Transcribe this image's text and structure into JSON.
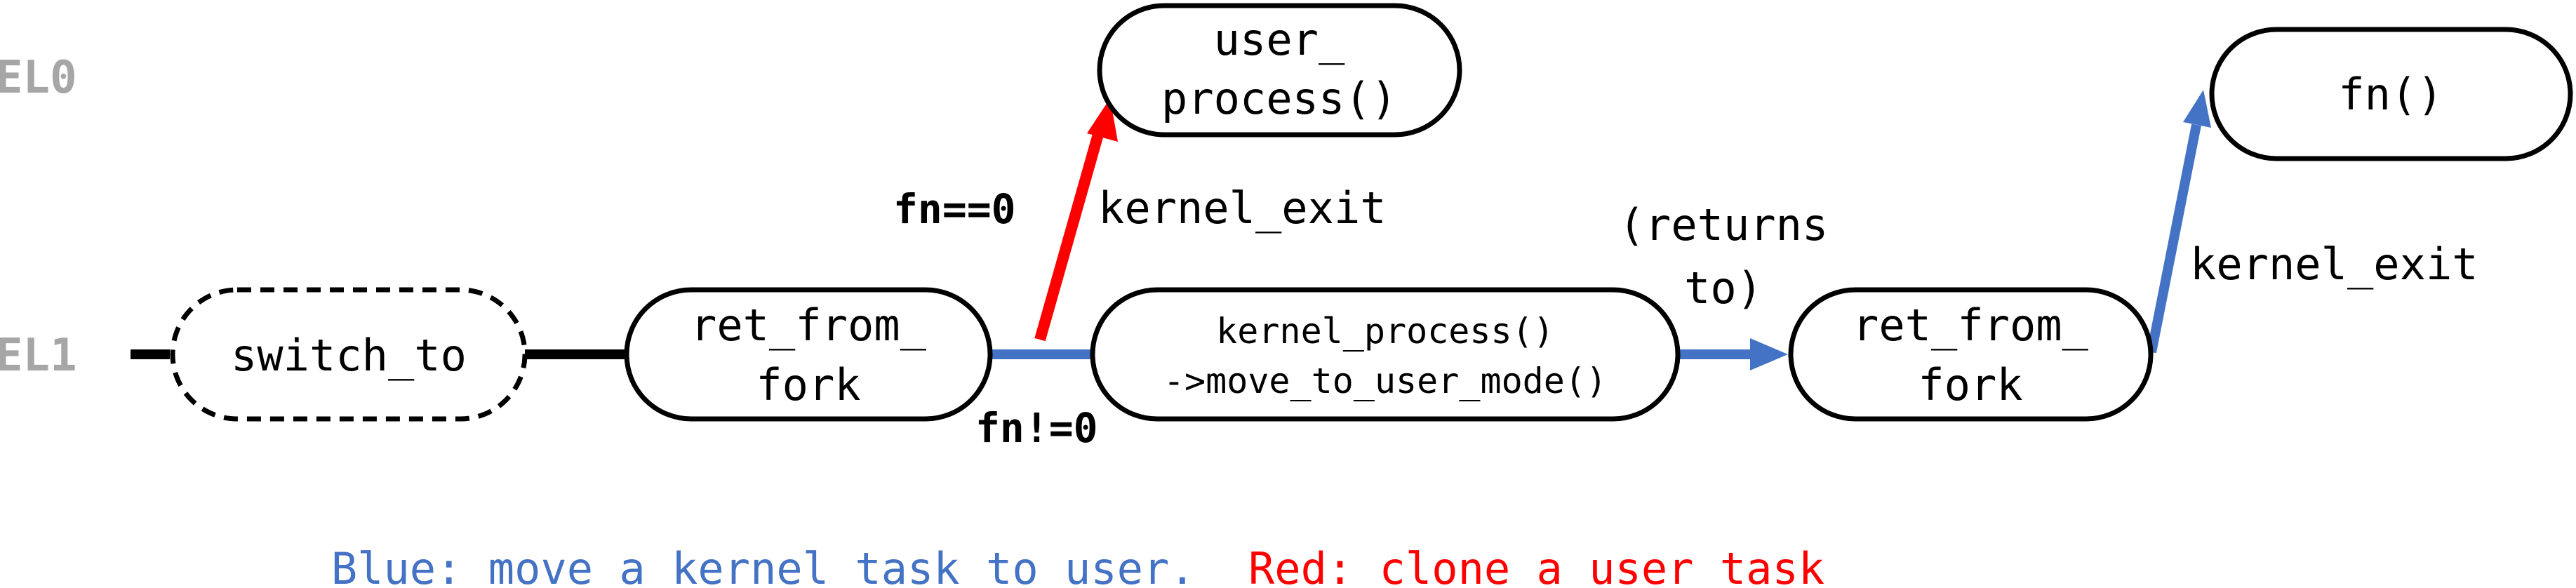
{
  "colors": {
    "blue": "#4472C4",
    "red": "#FF0000",
    "el_label": "#A6A6A6",
    "stroke": "#000000"
  },
  "levels": {
    "el0": "EL0",
    "el1": "EL1"
  },
  "nodes": {
    "switch_to": "switch_to",
    "ret_from_fork_1": [
      "ret_from_",
      "fork"
    ],
    "user_process": [
      "user_",
      "process()"
    ],
    "kernel_process": [
      "kernel_process()",
      "->move_to_user_mode()"
    ],
    "ret_from_fork_2": [
      "ret_from_",
      "fork"
    ],
    "fn": "fn()"
  },
  "edges": {
    "cond_zero": "fn==0",
    "cond_nonzero": "fn!=0",
    "kernel_exit_1": "kernel_exit",
    "returns_to": [
      "(returns",
      "to)"
    ],
    "kernel_exit_2": "kernel_exit"
  },
  "legend": {
    "blue_text": "Blue: move a kernel task to user.",
    "red_text": "Red: clone a user task"
  }
}
